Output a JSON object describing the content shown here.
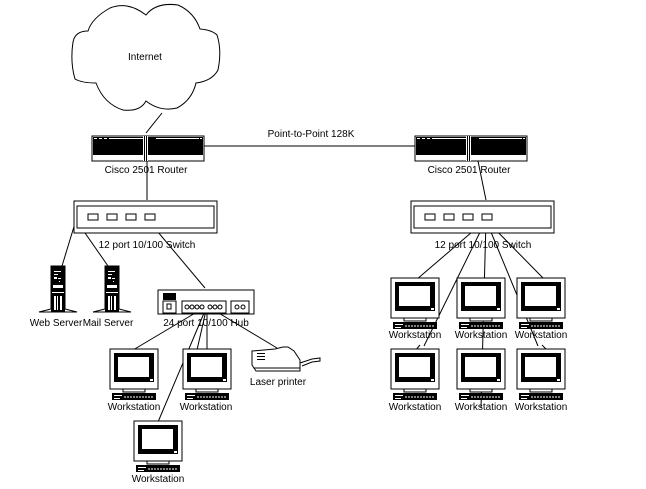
{
  "diagram": {
    "title": "Network topology",
    "colors": {
      "stroke": "#000000",
      "background": "#ffffff"
    },
    "cloud": {
      "label": "Internet",
      "icon": "cloud-icon"
    },
    "wan_link": {
      "label": "Point-to-Point 128K"
    },
    "left_site": {
      "router": {
        "label": "Cisco 2501 Router",
        "icon": "router-icon"
      },
      "switch": {
        "label": "12 port 10/100 Switch",
        "icon": "switch-icon"
      },
      "servers": [
        {
          "label": "Web Server",
          "icon": "server-tower-icon"
        },
        {
          "label": "Mail Server",
          "icon": "server-tower-icon"
        }
      ],
      "hub": {
        "label": "24 port 10/100 Hub",
        "icon": "hub-icon"
      },
      "printer": {
        "label": "Laser printer",
        "icon": "printer-icon"
      },
      "workstations": [
        {
          "label": "Workstation"
        },
        {
          "label": "Workstation"
        },
        {
          "label": "Workstation"
        }
      ]
    },
    "right_site": {
      "router": {
        "label": "Cisco 2501 Router",
        "icon": "router-icon"
      },
      "switch": {
        "label": "12 port 10/100 Switch",
        "icon": "switch-icon"
      },
      "workstations": [
        {
          "label": "Workstation"
        },
        {
          "label": "Workstation"
        },
        {
          "label": "Workstation"
        },
        {
          "label": "Workstation"
        },
        {
          "label": "Workstation"
        },
        {
          "label": "Workstation"
        }
      ]
    }
  }
}
